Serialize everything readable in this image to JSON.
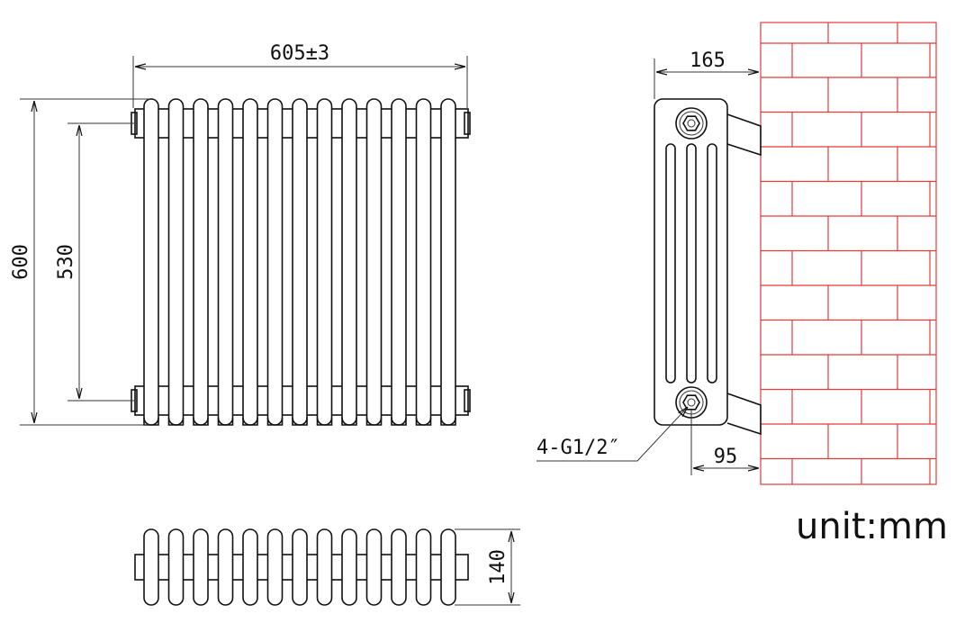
{
  "drawing": {
    "front_view": {
      "width_label": "605±3",
      "height_label": "600",
      "centers_label": "530",
      "column_count": 13
    },
    "top_view": {
      "depth_label": "140",
      "column_count": 13
    },
    "side_view": {
      "depth_label": "165",
      "wall_gap_label": "95",
      "connection_label": "4-G1/2″",
      "tube_count": 3
    },
    "unit_label": "unit:mm",
    "colors": {
      "lines": "#111111",
      "wall": "#e23b3b"
    }
  }
}
